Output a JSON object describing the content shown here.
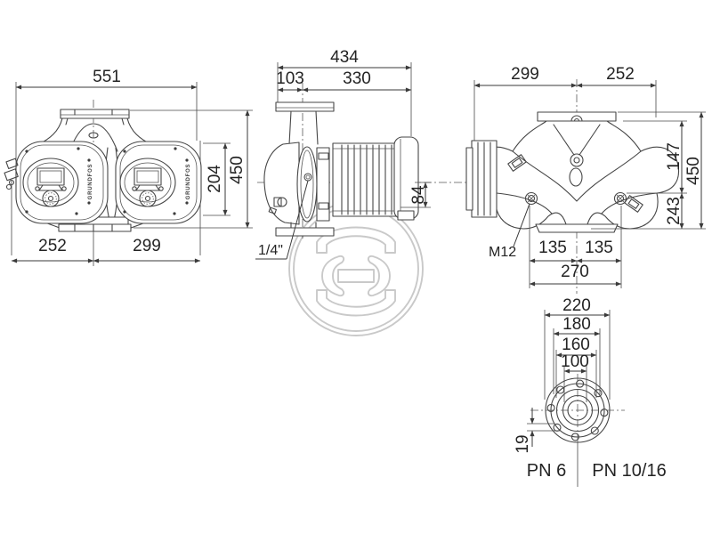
{
  "drawing": {
    "background": "#ffffff",
    "line_color": "#464646",
    "text_color": "#232323",
    "watermark_color": "#c9c9c9"
  },
  "front_view": {
    "dim_width_total": "551",
    "dim_height_total": "450",
    "dim_control_box_height": "204",
    "dim_offset_left": "252",
    "dim_offset_right": "299",
    "brand": "GRUNDFOS"
  },
  "side_view": {
    "dim_length_total": "434",
    "dim_flange_to_axis": "103",
    "dim_axis_to_motor_end": "330",
    "dim_axis_to_box_bottom": "84",
    "vent_plug_label": "1/4\""
  },
  "top_view": {
    "dim_axis_to_left": "299",
    "dim_axis_to_right": "252",
    "dim_flange_to_bolt": "147",
    "dim_height_total": "450",
    "dim_bolt_to_base": "243",
    "bolt_label": "M12",
    "dim_bolt_left": "135",
    "dim_bolt_right": "135",
    "dim_bolt_span": "270"
  },
  "flange_view": {
    "dim_outer_diameter": "220",
    "dim_bolt_circle_outer": "180",
    "dim_bolt_circle_inner": "160",
    "dim_bore": "100",
    "dim_bolt_hole": "19",
    "label_rating_left": "PN 6",
    "label_rating_right": "PN 10/16"
  }
}
